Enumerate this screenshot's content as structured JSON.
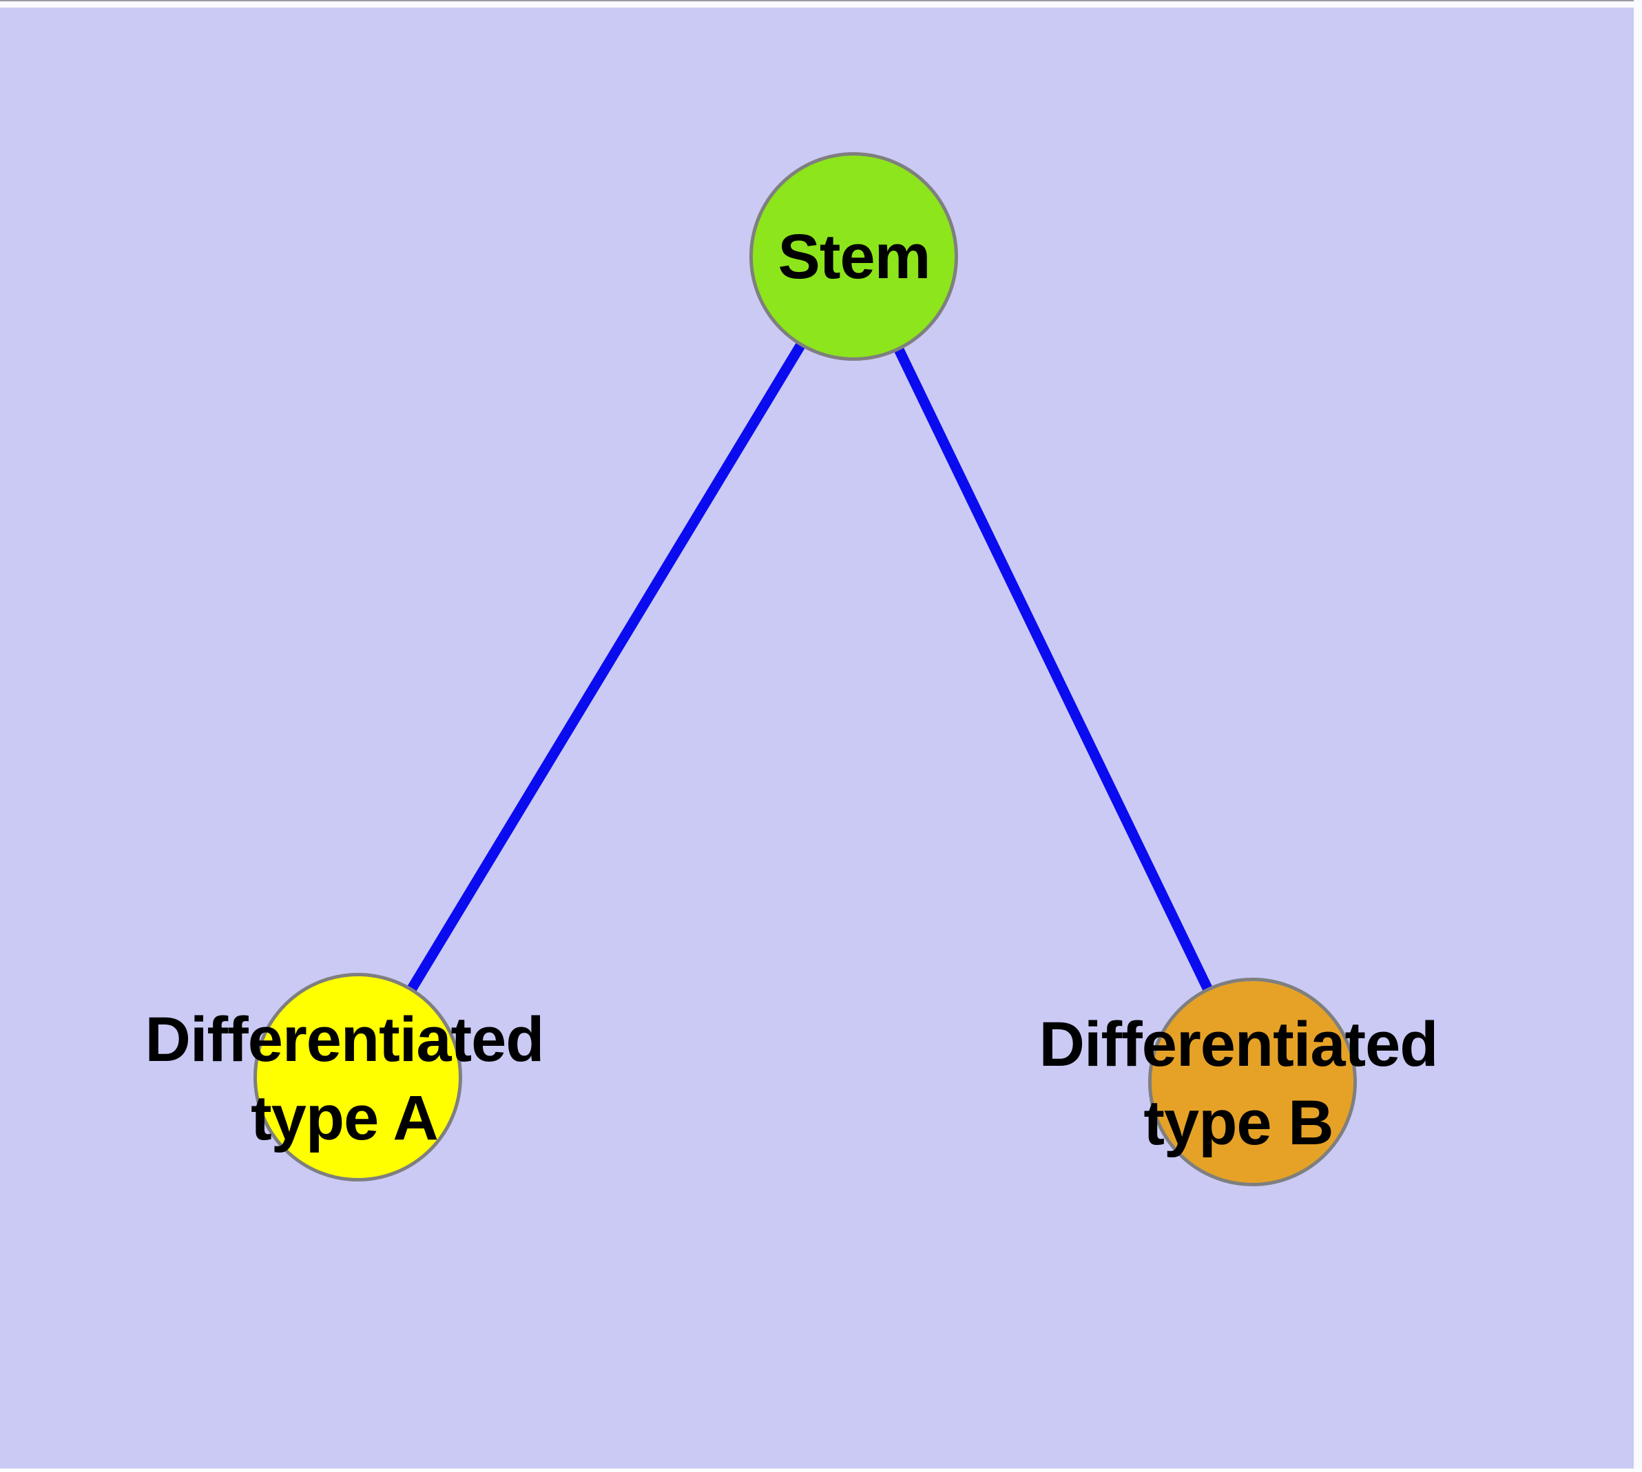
{
  "diagram": {
    "type": "graph",
    "background_color": "#cacaf5",
    "edge_color": "#0b0bef",
    "node_border_color": "#7f7f7f",
    "text_color": "#000000",
    "nodes": [
      {
        "id": "stem",
        "label": "Stem",
        "fill_color": "#8de51b"
      },
      {
        "id": "differentiated-type-a",
        "label_line1": "Differentiated",
        "label_line2": "type A",
        "fill_color": "#ffff00"
      },
      {
        "id": "differentiated-type-b",
        "label_line1": "Differentiated",
        "label_line2": "type B",
        "fill_color": "#e6a227"
      }
    ],
    "edges": [
      {
        "from": "stem",
        "to": "differentiated-type-a"
      },
      {
        "from": "stem",
        "to": "differentiated-type-b"
      }
    ]
  }
}
